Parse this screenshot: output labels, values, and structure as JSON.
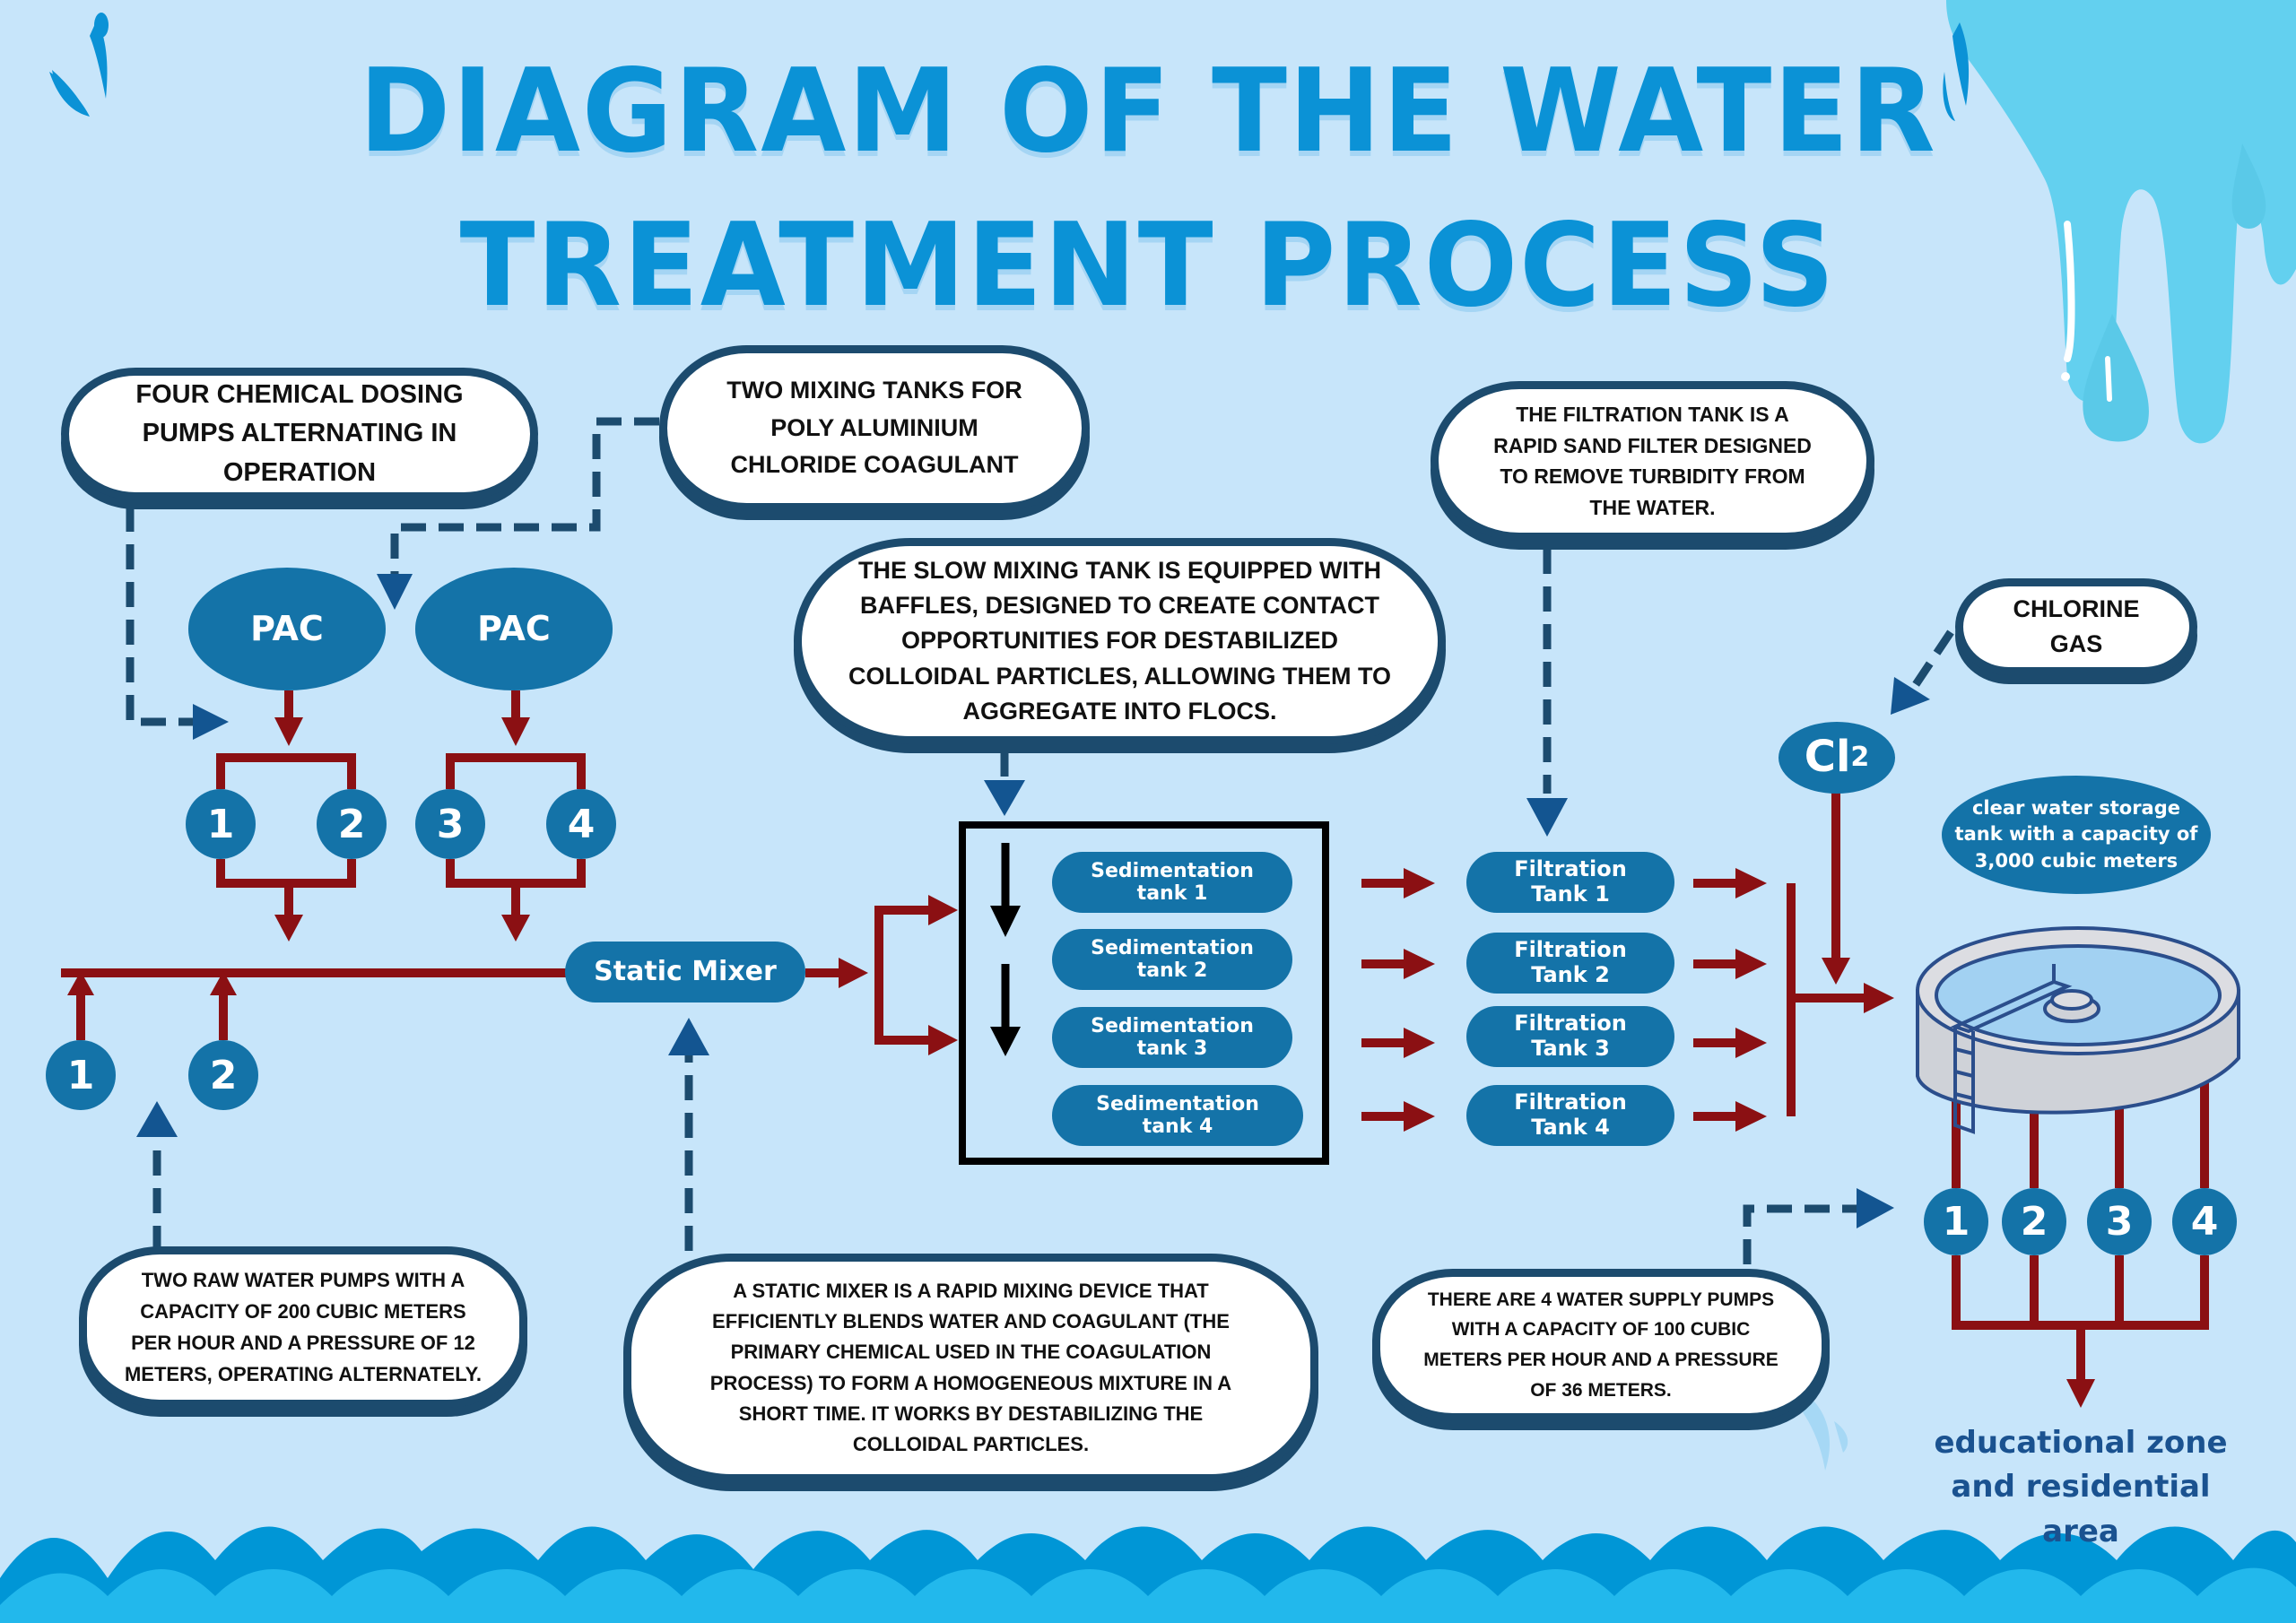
{
  "title": {
    "line1": "DIAGRAM OF THE WATER",
    "line2": "TREATMENT PROCESS"
  },
  "colors": {
    "background": "#c7e5fa",
    "title": "#0b92d6",
    "node_fill": "#1473a8",
    "callout_border": "#1c4b6e",
    "pipe": "#8b1013",
    "dashed_arrow": "#1c4b6e",
    "arrow_head": "#135591"
  },
  "callouts": {
    "dosing_pumps": [
      "FOUR CHEMICAL DOSING",
      "PUMPS ALTERNATING IN",
      "OPERATION"
    ],
    "mixing_tanks": [
      "TWO MIXING TANKS FOR",
      "POLY ALUMINIUM",
      "CHLORIDE COAGULANT"
    ],
    "slow_mixing": [
      "THE SLOW MIXING TANK IS EQUIPPED WITH",
      "BAFFLES, DESIGNED TO CREATE CONTACT",
      "OPPORTUNITIES FOR DESTABILIZED",
      "COLLOIDAL PARTICLES, ALLOWING THEM TO",
      "AGGREGATE INTO FLOCS."
    ],
    "filtration": [
      "THE FILTRATION TANK IS A",
      "RAPID SAND FILTER DESIGNED",
      "TO REMOVE TURBIDITY FROM",
      "THE WATER."
    ],
    "chlorine": [
      "CHLORINE",
      "GAS"
    ],
    "raw_pumps": [
      "TWO RAW WATER PUMPS WITH A",
      "CAPACITY OF 200 CUBIC METERS",
      "PER HOUR AND A PRESSURE OF 12",
      "METERS, OPERATING ALTERNATELY."
    ],
    "static_mixer": [
      "A STATIC MIXER IS A RAPID MIXING DEVICE THAT",
      "EFFICIENTLY BLENDS WATER AND COAGULANT (THE",
      "PRIMARY CHEMICAL USED IN THE COAGULATION",
      "PROCESS) TO FORM A HOMOGENEOUS MIXTURE IN A",
      "SHORT TIME. IT WORKS BY DESTABILIZING THE",
      "COLLOIDAL PARTICLES."
    ],
    "supply_pumps": [
      "THERE ARE 4 WATER SUPPLY PUMPS",
      "WITH A CAPACITY OF 100 CUBIC",
      "METERS PER HOUR AND A PRESSURE",
      "OF 36 METERS."
    ]
  },
  "nodes": {
    "pac_tanks": [
      "PAC",
      "PAC"
    ],
    "dosing_pump_numbers": [
      "1",
      "2",
      "3",
      "4"
    ],
    "raw_pump_numbers": [
      "1",
      "2"
    ],
    "static_mixer": "Static Mixer",
    "sedimentation_tanks": [
      [
        "Sedimentation",
        "tank 1"
      ],
      [
        "Sedimentation",
        "tank 2"
      ],
      [
        "Sedimentation",
        "tank 3"
      ],
      [
        "Sedimentation",
        "tank 4"
      ]
    ],
    "filtration_tanks": [
      [
        "Filtration",
        "Tank 1"
      ],
      [
        "Filtration",
        "Tank 2"
      ],
      [
        "Filtration",
        "Tank 3"
      ],
      [
        "Filtration",
        "Tank 4"
      ]
    ],
    "chlorine_symbol": "Cl",
    "chlorine_subscript": "2",
    "storage_label": [
      "clear water storage",
      "tank with a capacity of",
      "3,000 cubic meters"
    ],
    "supply_pump_numbers": [
      "1",
      "2",
      "3",
      "4"
    ],
    "destination": [
      "educational zone",
      "and residential",
      "area"
    ]
  },
  "icons": {
    "storage_tank": "water-storage-tank-icon",
    "splash_left": "water-splash-icon",
    "splash_right": "water-splash-icon",
    "drip": "water-drip-icon",
    "waves": "wave-decoration"
  }
}
